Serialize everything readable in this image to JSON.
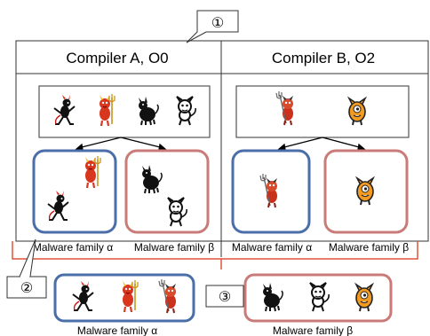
{
  "callouts": {
    "c1": "①",
    "c2": "②",
    "c3": "③"
  },
  "panels": [
    {
      "title": "Compiler A, O0"
    },
    {
      "title": "Compiler B, O2"
    }
  ],
  "families": {
    "alpha": "Malware family α",
    "beta": "Malware family β"
  },
  "colors": {
    "alpha_border": "#4a6ea8",
    "beta_border": "#c97b78",
    "bracket": "#e0533a",
    "callout_fill": "#ffffff",
    "line": "#000000"
  },
  "icons": [
    "imp-running-icon",
    "red-devil-trident-icon",
    "black-horned-dog-icon",
    "white-imp-icon",
    "red-devil-with-pitchfork-icon",
    "orange-one-eyed-monster-icon"
  ]
}
